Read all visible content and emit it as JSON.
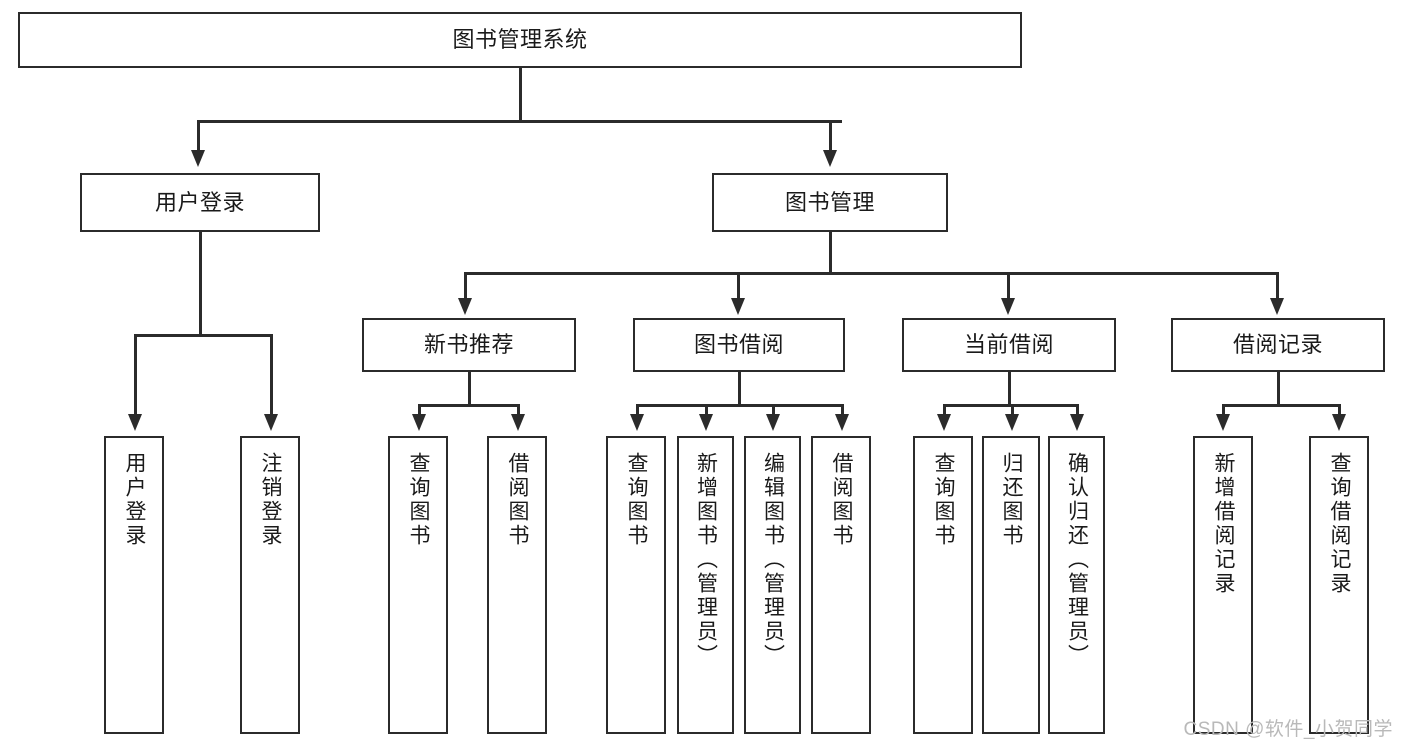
{
  "diagram": {
    "title": "图书管理系统",
    "type": "tree-hierarchy-diagram",
    "watermark": "CSDN @软件_小贺同学",
    "colors": {
      "stroke": "#2b2b2b",
      "fill": "#ffffff",
      "text": "#1a1a1a",
      "watermark": "#b9b9b9"
    }
  },
  "nodes": {
    "root": {
      "label": "图书管理系统"
    },
    "level2": [
      {
        "id": "user-login",
        "label": "用户登录"
      },
      {
        "id": "book-management",
        "label": "图书管理"
      }
    ],
    "level3": [
      {
        "id": "new-book-recommend",
        "label": "新书推荐"
      },
      {
        "id": "book-borrow",
        "label": "图书借阅"
      },
      {
        "id": "current-borrow",
        "label": "当前借阅"
      },
      {
        "id": "borrow-record",
        "label": "借阅记录"
      }
    ],
    "leaves": {
      "user_login": [
        {
          "id": "leaf-user-login",
          "label": "用户登录"
        },
        {
          "id": "leaf-logout-login",
          "label": "注销登录"
        }
      ],
      "new_book_recommend": [
        {
          "id": "leaf-query-book-1",
          "label": "查询图书"
        },
        {
          "id": "leaf-borrow-book-1",
          "label": "借阅图书"
        }
      ],
      "book_borrow": [
        {
          "id": "leaf-query-book-2",
          "label": "查询图书"
        },
        {
          "id": "leaf-add-book-admin",
          "label": "新增图书（管理员）"
        },
        {
          "id": "leaf-edit-book-admin",
          "label": "编辑图书（管理员）"
        },
        {
          "id": "leaf-borrow-book-2",
          "label": "借阅图书"
        }
      ],
      "current_borrow": [
        {
          "id": "leaf-query-book-3",
          "label": "查询图书"
        },
        {
          "id": "leaf-return-book",
          "label": "归还图书"
        },
        {
          "id": "leaf-confirm-return-admin",
          "label": "确认归还（管理员）"
        }
      ],
      "borrow_record": [
        {
          "id": "leaf-add-borrow-record",
          "label": "新增借阅记录"
        },
        {
          "id": "leaf-query-borrow-record",
          "label": "查询借阅记录"
        }
      ]
    }
  }
}
